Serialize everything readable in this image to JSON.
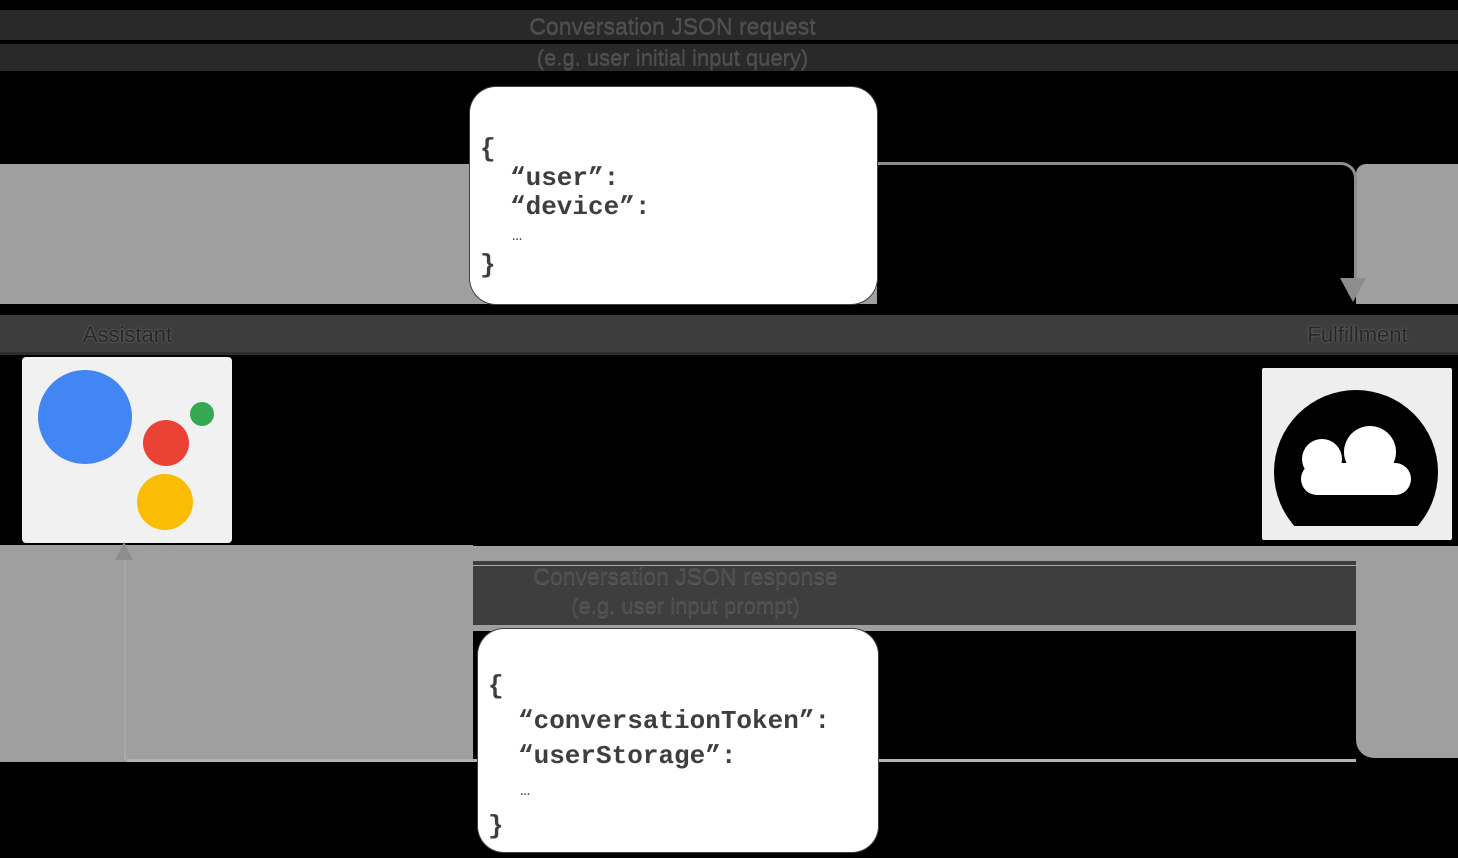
{
  "diagram": {
    "request": {
      "caption_line1": "Conversation JSON request",
      "caption_line2": "(e.g. user initial input query)",
      "code_lines": [
        "{",
        "“user”:",
        "“device”:",
        "…",
        "}"
      ]
    },
    "response": {
      "caption_line1": "Conversation JSON response",
      "caption_line2": "(e.g. user input prompt)",
      "code_lines": [
        "{",
        "“conversationToken”:",
        "“userStorage”:",
        "…",
        "}"
      ]
    },
    "nodes": {
      "assistant_label": "Assistant",
      "fulfillment_label": "Fulfillment"
    },
    "icons": {
      "assistant": "google-assistant-logo",
      "fulfillment": "cloud-icon"
    },
    "colors": {
      "background": "#000000",
      "arrow_block_gray": "#9f9f9f",
      "arrow_line_gray": "#8d8d8d",
      "band_dark": "#3d3d3d",
      "card_white": "#ffffff",
      "code_text": "#3e3e3e",
      "assistant_blue": "#4285f4",
      "assistant_red": "#ea4335",
      "assistant_green": "#34a853",
      "assistant_yellow": "#fbbc04",
      "icon_card_gray": "#f1f1f1",
      "cloud_black": "#000000"
    }
  }
}
